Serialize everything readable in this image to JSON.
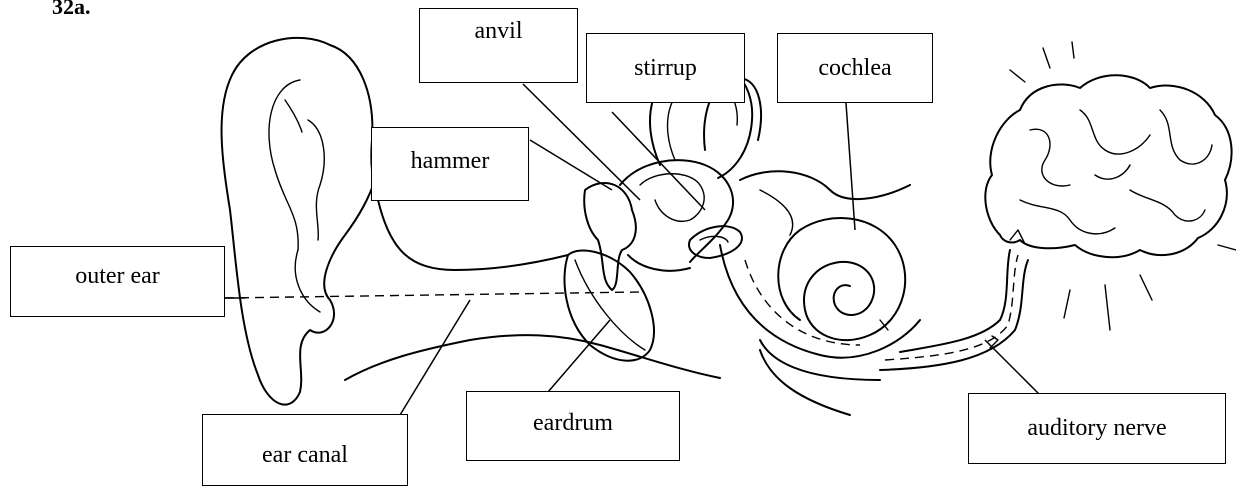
{
  "question_number": "32a.",
  "labels": {
    "anvil": "anvil",
    "stirrup": "stirrup",
    "cochlea": "cochlea",
    "hammer": "hammer",
    "outer_ear": "outer ear",
    "ear_canal": "ear canal",
    "eardrum": "eardrum",
    "auditory_nerve": "auditory nerve"
  }
}
